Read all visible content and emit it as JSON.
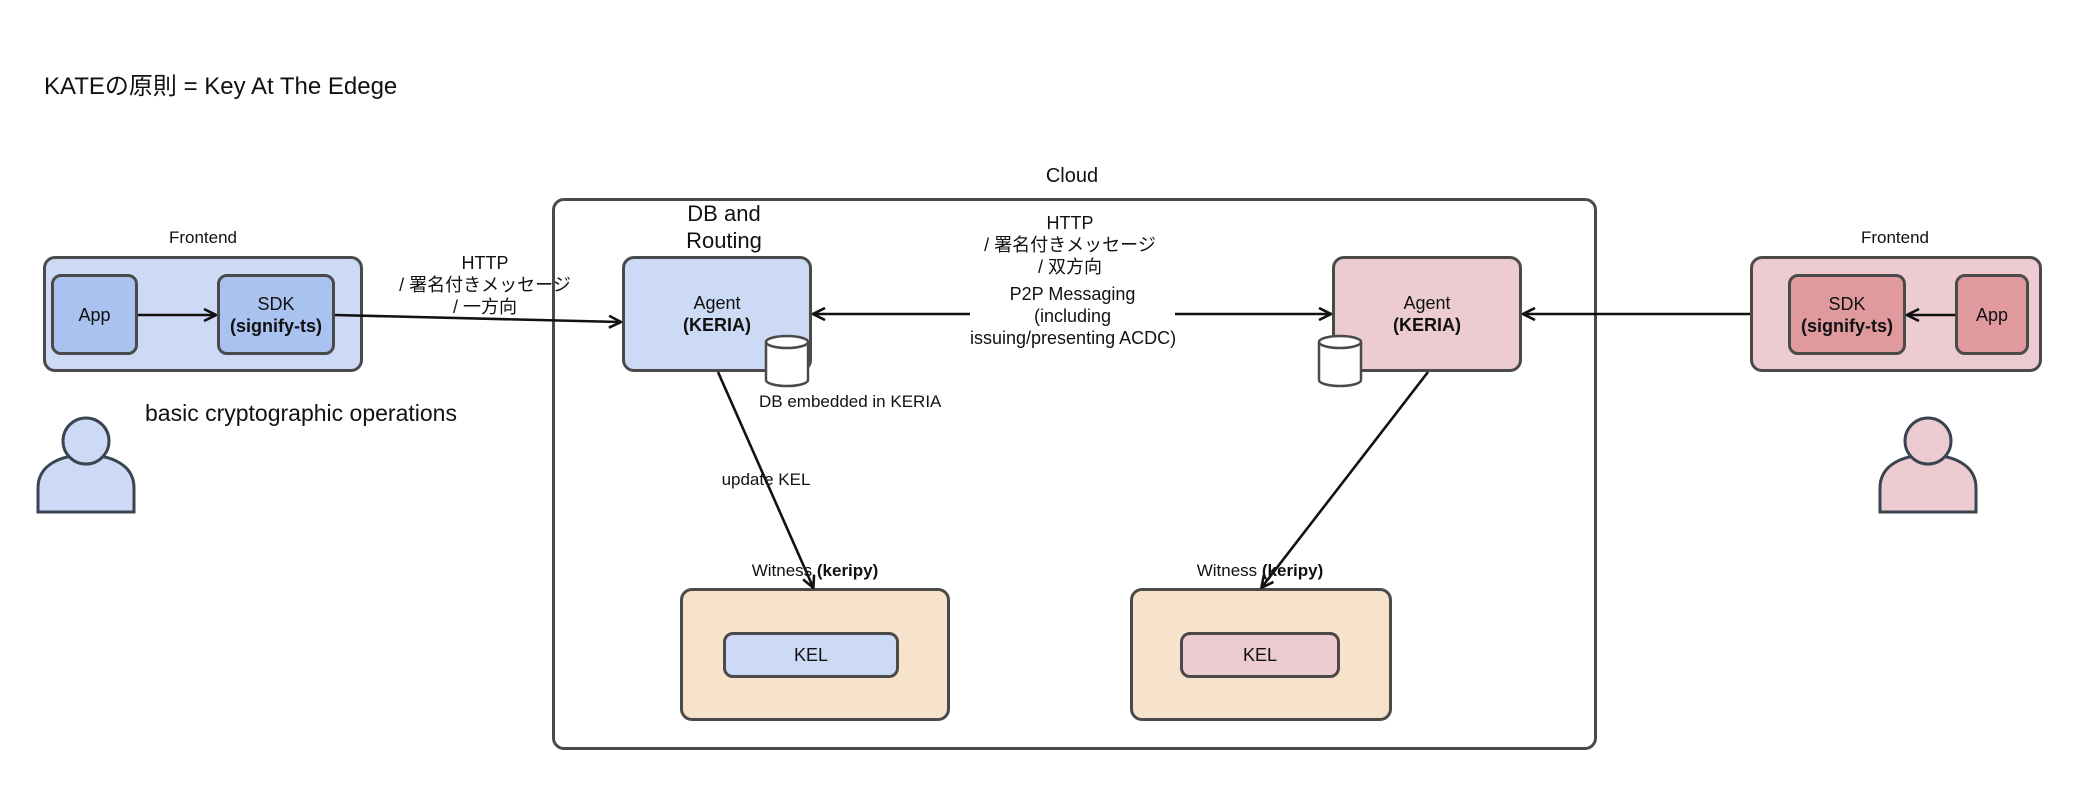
{
  "title": "KATEの原則 = Key At The Edege",
  "cloud": {
    "label": "Cloud"
  },
  "left": {
    "frontend_label": "Frontend",
    "app_label": "App",
    "sdk_label": "SDK",
    "sdk_sub": "(signify-ts)",
    "caption": "basic cryptographic operations",
    "http_line1": "HTTP",
    "http_line2": "/ 署名付きメッセージ",
    "http_line3": "/ 一方向",
    "db_routing_line1": "DB and",
    "db_routing_line2": "Routing",
    "agent_label": "Agent",
    "agent_sub": "(KERIA)",
    "db_embedded": "DB embedded in KERIA",
    "update_kel": "update KEL",
    "witness_label": "Witness ",
    "witness_sub": "(keripy)",
    "kel_label": "KEL"
  },
  "middle": {
    "http_line1": "HTTP",
    "http_line2": "/ 署名付きメッセージ",
    "http_line3": "/ 双方向",
    "p2p_line1": "P2P Messaging",
    "p2p_line2": "(including",
    "p2p_line3": "issuing/presenting ACDC)"
  },
  "right": {
    "frontend_label": "Frontend",
    "app_label": "App",
    "sdk_label": "SDK",
    "sdk_sub": "(signify-ts)",
    "agent_label": "Agent",
    "agent_sub": "(KERIA)",
    "witness_label": "Witness ",
    "witness_sub": "(keripy)",
    "kel_label": "KEL"
  },
  "colors": {
    "blue_light": "#ccdaf5",
    "blue_mid": "#a9c2ef",
    "pink_light": "#ecccd0",
    "pink_mid": "#e09a9e",
    "witness_fill": "#f7e3cc",
    "stroke": "#4a4a4a"
  }
}
